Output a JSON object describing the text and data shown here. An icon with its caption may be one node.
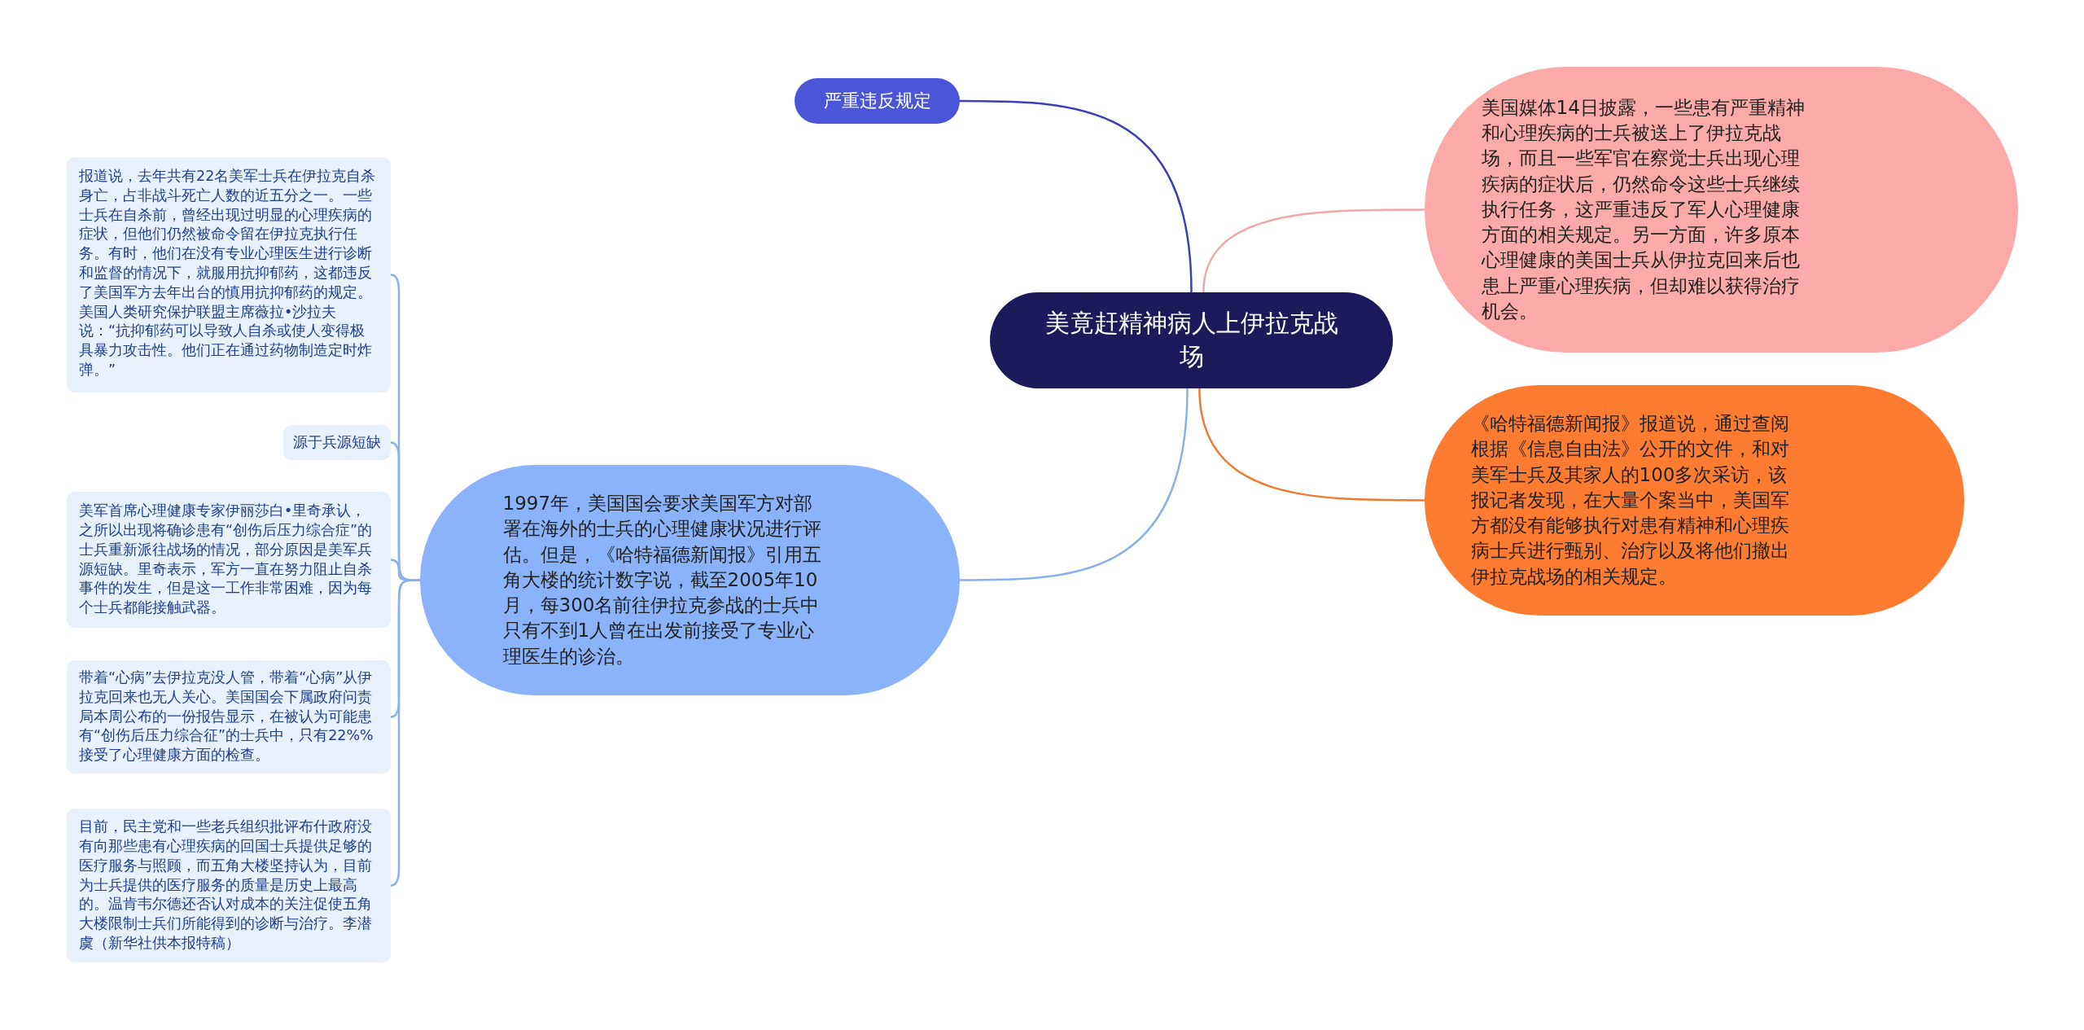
{
  "diagram": {
    "nodes": [
      {
        "text": [
          "美竟赶精神病人上伊拉克战场"
        ]
      },
      {
        "text": [
          "严重违反规定"
        ]
      },
      {
        "text": [
          "美国媒体14日披露，一些患有严重精神和心理疾病的士兵被送上了伊拉克战场，而且一些军官在察觉士兵出现心理疾病的症状后，仍然命令这些士兵继续执行任务，这严重违反了军人心理健康方面的相关规定。另一方面，许多原本心理健康的美国士兵从伊拉克回来后也患上严重心理疾病，但却难以获得治疗机会。"
        ]
      },
      {
        "text": [
          "《哈特福德新闻报》报道说，通过查阅根据《信息自由法》公开的文件，和对美军士兵及其家人的100多次采访，该报记者发现，在大量个案当中，美国军方都没有能够执行对患有精神和心理疾病士兵进行甄别、治疗以及将他们撤出伊拉克战场的相关规定。"
        ]
      },
      {
        "text": [
          "1997年，美国国会要求美国军方对部署在海外的士兵的心理健康状况进行评估。但是，《哈特福德新闻报》引用五角大楼的统计数字说，截至2005年10月，每300名前往伊拉克参战的士兵中只有不到1人曾在出发前接受了专业心理医生的诊治。"
        ]
      },
      {
        "text": [
          "报道说，去年共有22名美军士兵在伊拉克自杀身亡，占非战斗死亡人数的近五分之一。一些士兵在自杀前，曾经出现过明显的心理疾病的症状，但他们仍然被命令留在伊拉克执行任务。有时，他们在没有专业心理医生进行诊断和监督的情况下，就服用抗抑郁药，这都违反了美国军方去年出台的慎用抗抑郁药的规定。美国人类研究保护联盟主席薇拉•沙拉夫说：“抗抑郁药可以导致人自杀或使人变得极具暴力攻击性。他们正在通过药物制造定时炸弹。”"
        ]
      },
      {
        "text": [
          "源于兵源短缺"
        ]
      },
      {
        "text": [
          "美军首席心理健康专家伊丽莎白•里奇承认，之所以出现将确诊患有“创伤后压力综合症”的士兵重新派往战场的情况，部分原因是美军兵源短缺。里奇表示，军方一直在努力阻止自杀事件的发生，但是这一工作非常困难，因为每个士兵都能接触武器。"
        ]
      },
      {
        "text": [
          "带着“心病”去伊拉克没人管，带着“心病”从伊拉克回来也无人关心。美国国会下属政府问责局本周公布的一份报告显示，在被认为可能患有“创伤后压力综合征”的士兵中，只有22%%接受了心理健康方面的检查。"
        ]
      },
      {
        "text": [
          "目前，民主党和一些老兵组织批评布什政府没有向那些患有心理疾病的回国士兵提供足够的医疗服务与照顾，而五角大楼坚持认为，目前为士兵提供的医疗服务的质量是历史上最高的。温肯韦尔德还否认对成本的关注促使五角大楼限制士兵们所能得到的诊断与治疗。李潜虞（新华社供本报特稿）"
        ]
      }
    ],
    "edges": [
      {
        "from": 0,
        "to": 1,
        "arrow": "none",
        "color": "#3b40b8"
      },
      {
        "from": 0,
        "to": 2,
        "arrow": "none",
        "color": "#f0a9a6"
      },
      {
        "from": 0,
        "to": 3,
        "arrow": "none",
        "color": "#ee7a33"
      },
      {
        "from": 0,
        "to": 4,
        "arrow": "none"
      },
      {
        "from": 4,
        "to": 5,
        "arrow": "none"
      },
      {
        "from": 4,
        "to": 6,
        "arrow": "none"
      },
      {
        "from": 4,
        "to": 7,
        "arrow": "none"
      },
      {
        "from": 4,
        "to": 8,
        "arrow": "none"
      },
      {
        "from": 4,
        "to": 9,
        "arrow": "none"
      }
    ]
  }
}
